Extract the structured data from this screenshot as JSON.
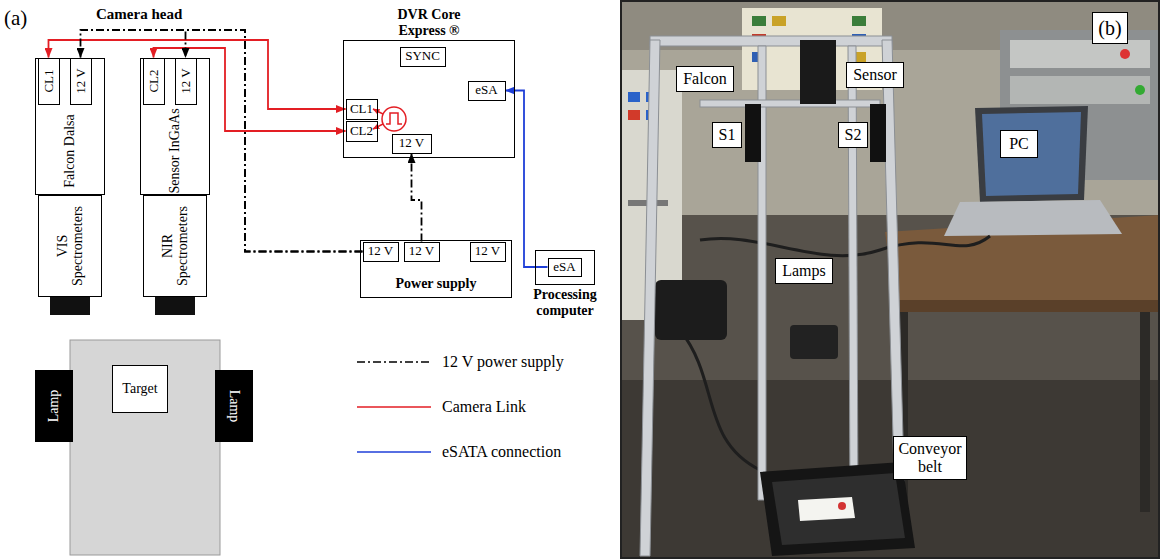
{
  "diagram": {
    "nodes": [
      {
        "text": [
          "Falcon Dalsa"
        ]
      },
      {
        "text": [
          "CL1"
        ],
        "in": 0
      },
      {
        "text": [
          "12 V"
        ],
        "in": 0
      },
      {
        "text": [
          "Sensor InGaAs"
        ]
      },
      {
        "text": [
          "CL2"
        ],
        "in": 3
      },
      {
        "text": [
          "12 V"
        ],
        "in": 3
      },
      {
        "text": [
          "VIS Spectrometers"
        ]
      },
      {
        "text": [
          "NIR Spectrometers"
        ]
      },
      {
        "text": [
          "DVR Core Express ®"
        ]
      },
      {
        "text": [
          "SYNC"
        ],
        "in": 8
      },
      {
        "text": [
          "CL1"
        ],
        "in": 8
      },
      {
        "text": [
          "CL2"
        ],
        "in": 8
      },
      {
        "text": [
          "eSA"
        ],
        "in": 8
      },
      {
        "text": [
          "12 V"
        ],
        "in": 8
      },
      {
        "text": [
          "Power supply"
        ]
      },
      {
        "text": [
          "12 V"
        ],
        "in": 14
      },
      {
        "text": [
          "12 V"
        ],
        "in": 14
      },
      {
        "text": [
          "12 V"
        ],
        "in": 14
      },
      {
        "text": [
          "Processing computer"
        ]
      },
      {
        "text": [
          "eSA"
        ],
        "in": 18
      },
      {
        "text": [
          "Lamp"
        ]
      },
      {
        "text": [
          "Target"
        ]
      },
      {
        "text": [
          "Lamp"
        ]
      },
      {
        "text": [
          "(b)"
        ]
      },
      {
        "text": [
          "Falcon"
        ]
      },
      {
        "text": [
          "Sensor"
        ]
      },
      {
        "text": [
          "S1"
        ]
      },
      {
        "text": [
          "S2"
        ]
      },
      {
        "text": [
          "PC"
        ]
      },
      {
        "text": [
          "Lamps"
        ]
      },
      {
        "text": [
          "Conveyor belt"
        ]
      }
    ],
    "edges": [
      {
        "from": 1,
        "to": 10,
        "arrow": "both"
      },
      {
        "from": 4,
        "to": 11,
        "arrow": "both"
      },
      {
        "from": 15,
        "to": 2,
        "arrow": "to"
      },
      {
        "from": 15,
        "to": 5,
        "arrow": "to"
      },
      {
        "from": 16,
        "to": 13,
        "arrow": "to"
      },
      {
        "from": 19,
        "to": 12,
        "arrow": "to"
      }
    ],
    "labels": [
      "(a)",
      "Camera head"
    ],
    "legend": [
      {
        "text": "12 V power supply"
      },
      {
        "text": "Camera Link"
      },
      {
        "text": "eSATA connection"
      }
    ]
  }
}
